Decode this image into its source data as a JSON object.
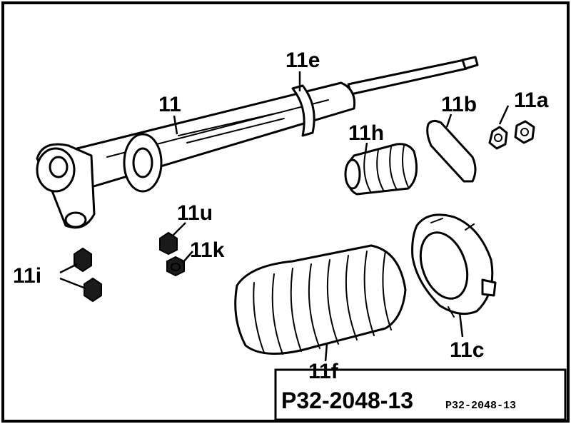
{
  "labels": {
    "shock_absorber": "11",
    "nut_a": "11a",
    "washer_b": "11b",
    "mount_c": "11c",
    "ring_e": "11e",
    "bellows_f": "11f",
    "bump_stop_h": "11h",
    "nuts_i": "11i",
    "nut_k": "11k",
    "bolt_u": "11u"
  },
  "reference": {
    "main": "P32-2048-13",
    "small": "P32-2048-13"
  }
}
